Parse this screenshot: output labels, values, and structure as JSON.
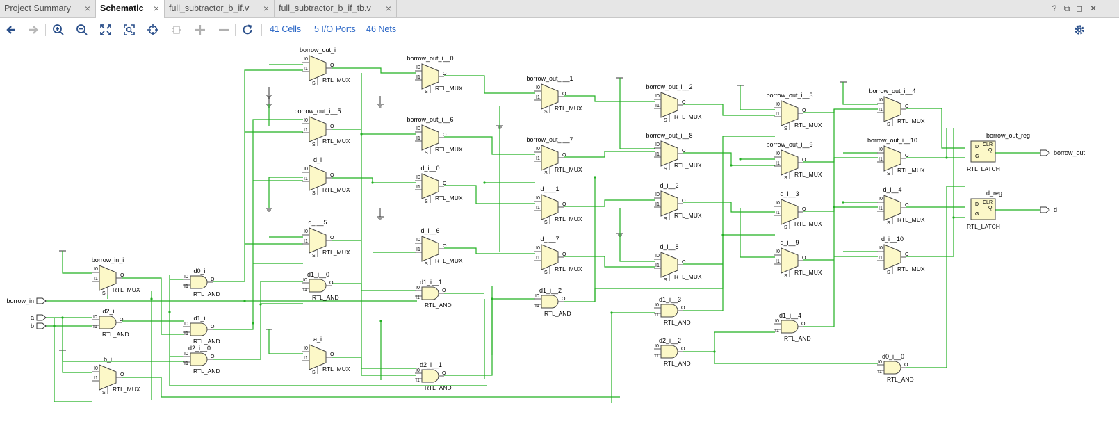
{
  "tabs": [
    {
      "label": "Project Summary",
      "active": false
    },
    {
      "label": "Schematic",
      "active": true
    },
    {
      "label": "full_subtractor_b_if.v",
      "active": false
    },
    {
      "label": "full_subtractor_b_if_tb.v",
      "active": false
    }
  ],
  "window_buttons": {
    "help": "?",
    "restore": "⧉",
    "maximize": "◻",
    "close": "✕"
  },
  "toolbar": {
    "cells": "41 Cells",
    "ports": "5 I/O Ports",
    "nets": "46 Nets"
  },
  "colors": {
    "wire": "#22b022",
    "cell_fill": "#fcf8c8",
    "cell_stroke": "#444444",
    "link": "#2a66c6"
  },
  "schematic": {
    "inputs": [
      "borrow_in",
      "a",
      "b"
    ],
    "outputs": [
      "borrow_out",
      "d"
    ],
    "cells": [
      {
        "name": "borrow_in_i",
        "type": "RTL_MUX"
      },
      {
        "name": "b_i",
        "type": "RTL_MUX"
      },
      {
        "name": "d2_i",
        "type": "RTL_AND"
      },
      {
        "name": "d0_i",
        "type": "RTL_AND"
      },
      {
        "name": "d1_i",
        "type": "RTL_AND"
      },
      {
        "name": "d2_i__0",
        "type": "RTL_AND"
      },
      {
        "name": "borrow_out_i",
        "type": "RTL_MUX"
      },
      {
        "name": "borrow_out_i__5",
        "type": "RTL_MUX"
      },
      {
        "name": "d_i",
        "type": "RTL_MUX"
      },
      {
        "name": "d_i__5",
        "type": "RTL_MUX"
      },
      {
        "name": "d1_i__0",
        "type": "RTL_AND"
      },
      {
        "name": "a_i",
        "type": "RTL_MUX"
      },
      {
        "name": "borrow_out_i__0",
        "type": "RTL_MUX"
      },
      {
        "name": "borrow_out_i__6",
        "type": "RTL_MUX"
      },
      {
        "name": "d_i__0",
        "type": "RTL_MUX"
      },
      {
        "name": "d_i__6",
        "type": "RTL_MUX"
      },
      {
        "name": "d1_i__1",
        "type": "RTL_AND"
      },
      {
        "name": "d2_i__1",
        "type": "RTL_AND"
      },
      {
        "name": "borrow_out_i__1",
        "type": "RTL_MUX"
      },
      {
        "name": "borrow_out_i__7",
        "type": "RTL_MUX"
      },
      {
        "name": "d_i__1",
        "type": "RTL_MUX"
      },
      {
        "name": "d_i__7",
        "type": "RTL_MUX"
      },
      {
        "name": "d1_i__2",
        "type": "RTL_AND"
      },
      {
        "name": "borrow_out_i__2",
        "type": "RTL_MUX"
      },
      {
        "name": "borrow_out_i__8",
        "type": "RTL_MUX"
      },
      {
        "name": "d_i__2",
        "type": "RTL_MUX"
      },
      {
        "name": "d_i__8",
        "type": "RTL_MUX"
      },
      {
        "name": "d1_i__3",
        "type": "RTL_AND"
      },
      {
        "name": "d2_i__2",
        "type": "RTL_AND"
      },
      {
        "name": "borrow_out_i__3",
        "type": "RTL_MUX"
      },
      {
        "name": "borrow_out_i__9",
        "type": "RTL_MUX"
      },
      {
        "name": "d_i__3",
        "type": "RTL_MUX"
      },
      {
        "name": "d_i__9",
        "type": "RTL_MUX"
      },
      {
        "name": "d1_i__4",
        "type": "RTL_AND"
      },
      {
        "name": "borrow_out_i__4",
        "type": "RTL_MUX"
      },
      {
        "name": "borrow_out_i__10",
        "type": "RTL_MUX"
      },
      {
        "name": "d_i__4",
        "type": "RTL_MUX"
      },
      {
        "name": "d_i__10",
        "type": "RTL_MUX"
      },
      {
        "name": "d0_i__0",
        "type": "RTL_AND"
      },
      {
        "name": "borrow_out_reg",
        "type": "RTL_LATCH"
      },
      {
        "name": "d_reg",
        "type": "RTL_LATCH"
      }
    ],
    "pins": {
      "i0": "I0",
      "i1": "I1",
      "o": "O",
      "s": "S",
      "d": "D",
      "g": "G",
      "q": "Q",
      "clr": "CLR"
    }
  }
}
